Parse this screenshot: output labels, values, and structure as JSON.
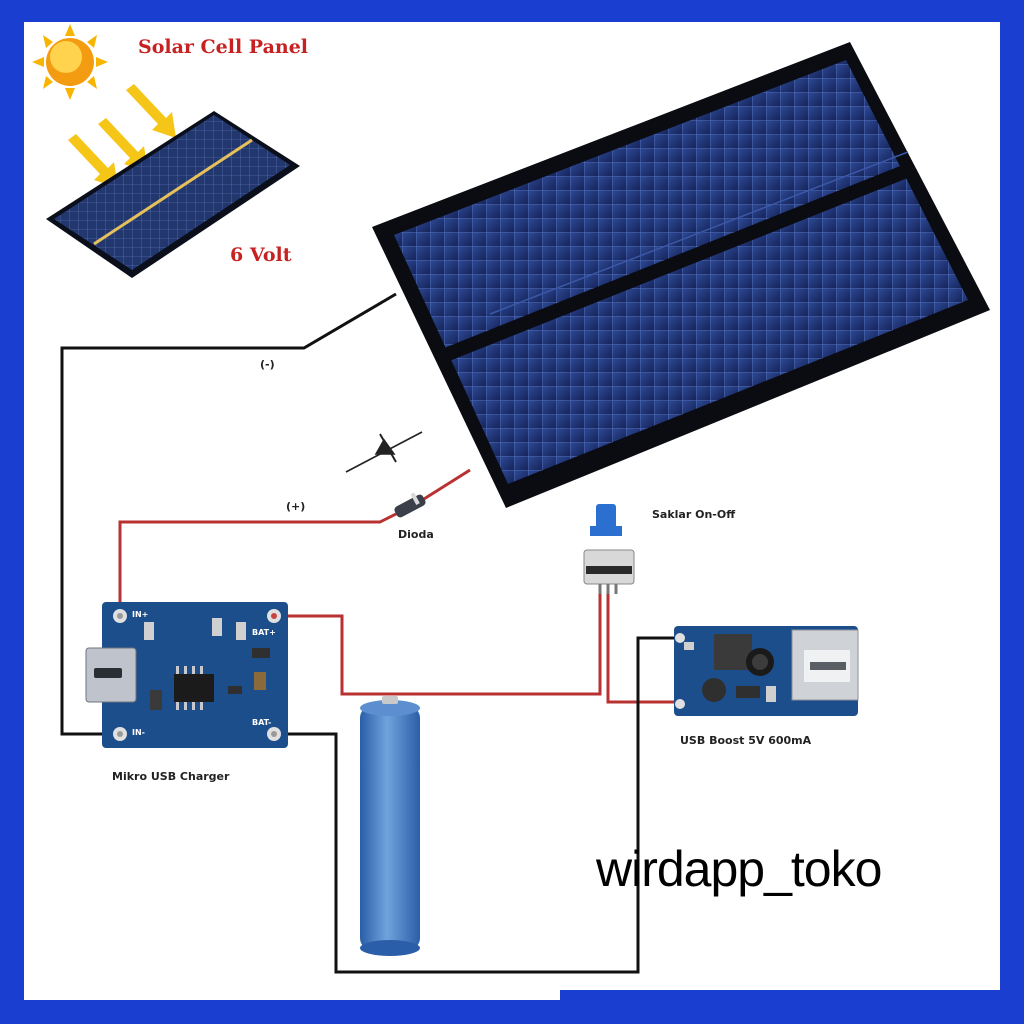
{
  "diagram": {
    "title": "Solar Cell Panel",
    "panel_voltage": "6 Volt",
    "neg_label": "(-)",
    "pos_label": "(+)",
    "diode_label": "Dioda",
    "switch_label": "Saklar On-Off",
    "charger_label": "Mikro USB Charger",
    "boost_label": "USB Boost 5V 600mA",
    "charger_pin_in_plus": "IN+",
    "charger_pin_in_minus": "IN-",
    "charger_pin_bat_plus": "BAT+",
    "charger_pin_bat_minus": "BAT-"
  },
  "watermark": "wirdapp_toko",
  "colors": {
    "frame": "#1a3fd0",
    "label_red": "#c62222",
    "wire_red": "#b83232",
    "wire_black": "#111111",
    "panel_blue": "#1f3370",
    "pcb_blue": "#1d4e8c",
    "battery_blue": "#3c74b8",
    "sun_yellow": "#f7b500"
  }
}
